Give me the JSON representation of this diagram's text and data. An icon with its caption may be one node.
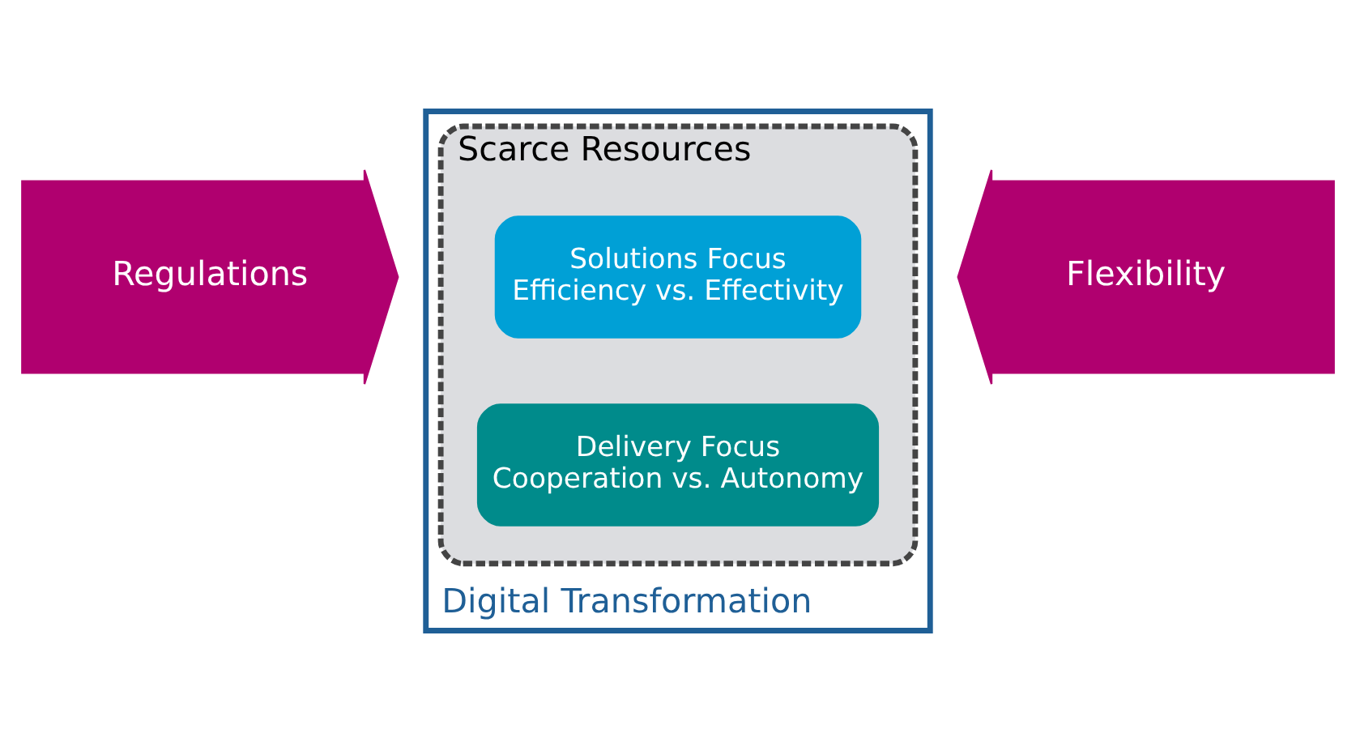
{
  "diagram": {
    "nodes": [
      {
        "text": [
          "Digital Transformation"
        ]
      },
      {
        "text": [
          "Scarce Resources"
        ],
        "in": 0
      },
      {
        "text": [
          "Solutions Focus",
          "Efficiency vs. Effectivity"
        ],
        "in": 1
      },
      {
        "text": [
          "Delivery Focus",
          "Cooperation vs. Autonomy"
        ],
        "in": 1
      },
      {
        "text": [
          "Regulations"
        ]
      },
      {
        "text": [
          "Flexibility"
        ]
      }
    ]
  }
}
